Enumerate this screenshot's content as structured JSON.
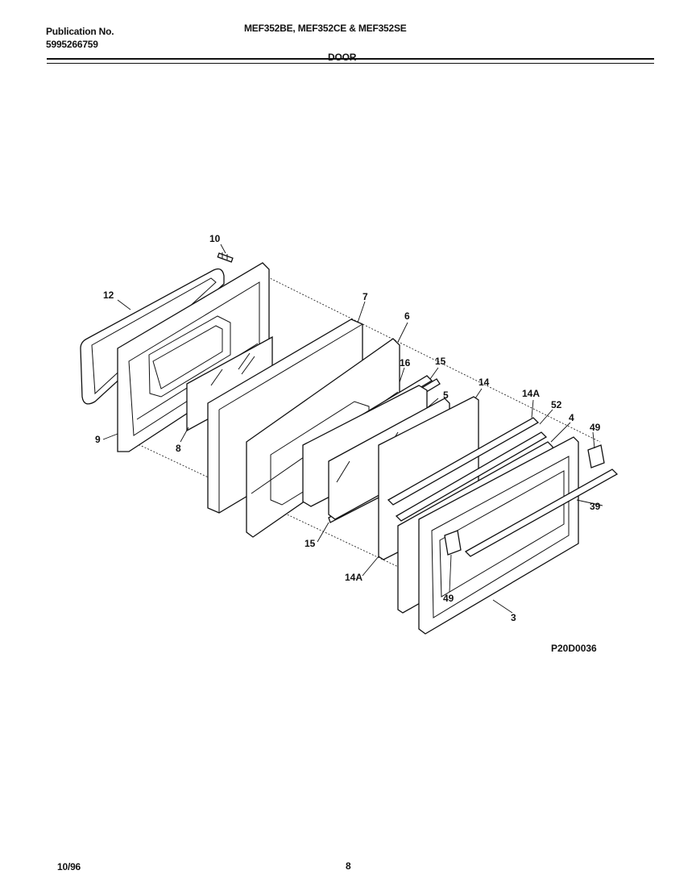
{
  "header": {
    "pub_label": "Publication No.",
    "pub_number": "5995266759",
    "models": "MEF352BE, MEF352CE & MEF352SE",
    "section": "DOOR"
  },
  "diagram": {
    "code": "P20D0036",
    "callouts": {
      "c10": "10",
      "c12": "12",
      "c7": "7",
      "c6": "6",
      "c16": "16",
      "c15a": "15",
      "c14": "14",
      "c5": "5",
      "c14a_top": "14A",
      "c52": "52",
      "c4": "4",
      "c49_top": "49",
      "c39": "39",
      "c9": "9",
      "c8": "8",
      "c15b": "15",
      "c14a_bottom": "14A",
      "c49_bottom": "49",
      "c3": "3"
    }
  },
  "footer": {
    "date": "10/96",
    "page": "8"
  }
}
